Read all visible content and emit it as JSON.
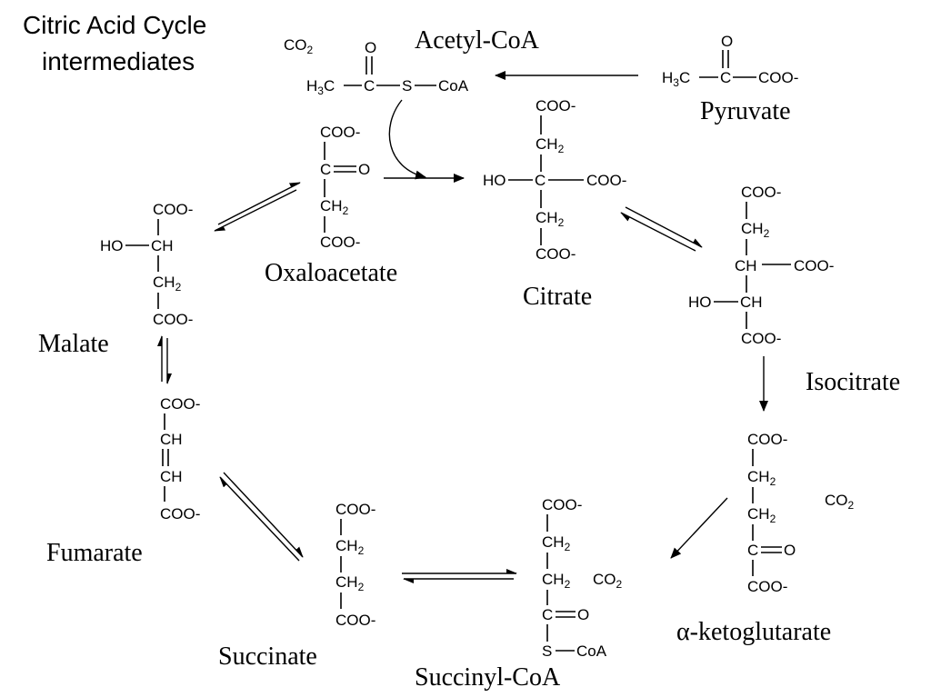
{
  "title": [
    "Citric Acid Cycle",
    "intermediates"
  ],
  "labels": {
    "acetyl_coa": "Acetyl-CoA",
    "pyruvate": "Pyruvate",
    "oxaloacetate": "Oxaloacetate",
    "citrate": "Citrate",
    "isocitrate": "Isocitrate",
    "akg_alpha": "α",
    "akg_rest": "-ketoglutarate",
    "succinyl_coa": "Succinyl-CoA",
    "succinate": "Succinate",
    "fumarate": "Fumarate",
    "malate": "Malate"
  },
  "atoms": {
    "coo": "COO-",
    "ch2": "CH",
    "ch": "CH",
    "c": "C",
    "o": "O",
    "s": "S",
    "coa": "CoA",
    "h": "H",
    "ho": "HO",
    "two": "2",
    "three": "3",
    "co": "CO"
  }
}
